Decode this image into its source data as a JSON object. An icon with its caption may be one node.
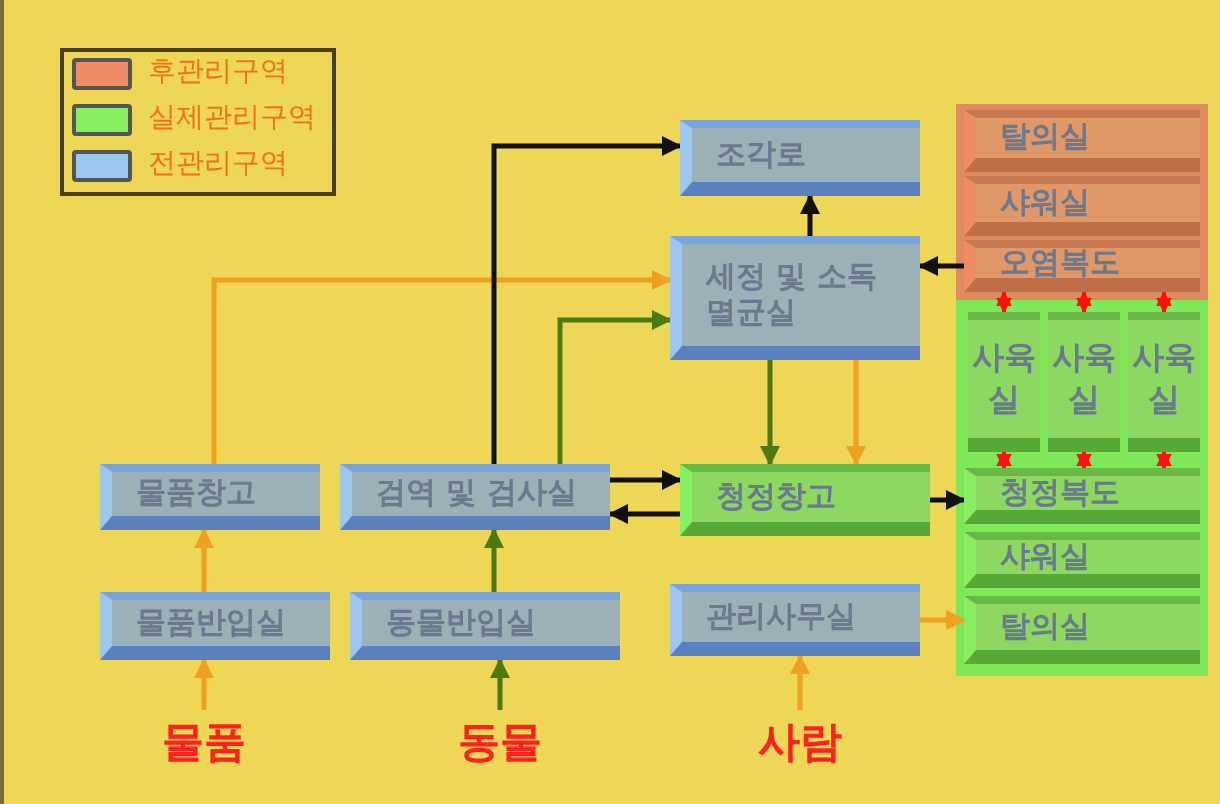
{
  "diagram": {
    "nodes": [
      {
        "text": [
          "조각로"
        ]
      },
      {
        "text": [
          "세정 및 소독 멸균실"
        ]
      },
      {
        "text": [
          "물품창고"
        ]
      },
      {
        "text": [
          "검역 및 검사실"
        ]
      },
      {
        "text": [
          "청정창고"
        ]
      },
      {
        "text": [
          "물품반입실"
        ]
      },
      {
        "text": [
          "동물반입실"
        ]
      },
      {
        "text": [
          "관리사무실"
        ]
      },
      {
        "text": [
          "탈의실"
        ]
      },
      {
        "text": [
          "샤워실"
        ]
      },
      {
        "text": [
          "오염복도"
        ]
      },
      {
        "text": [
          "사육실"
        ]
      },
      {
        "text": [
          "사육실"
        ]
      },
      {
        "text": [
          "사육실"
        ]
      },
      {
        "text": [
          "청정복도"
        ]
      },
      {
        "text": [
          "샤워실"
        ]
      },
      {
        "text": [
          "탈의실"
        ]
      },
      {
        "text": [
          "물품"
        ]
      },
      {
        "text": [
          "동물"
        ]
      },
      {
        "text": [
          "사람"
        ]
      }
    ],
    "edges": [
      {
        "from": 17,
        "to": 5,
        "arrow": "to",
        "color": "#f0a020"
      },
      {
        "from": 5,
        "to": 2,
        "arrow": "to",
        "color": "#f0a020"
      },
      {
        "from": 2,
        "to": 1,
        "arrow": "to",
        "color": "#f0a020"
      },
      {
        "from": 18,
        "to": 6,
        "arrow": "to",
        "color": "#4a7a10"
      },
      {
        "from": 6,
        "to": 3,
        "arrow": "to",
        "color": "#4a7a10"
      },
      {
        "from": 3,
        "to": 1,
        "arrow": "to",
        "color": "#4a7a10"
      },
      {
        "from": 3,
        "to": 0,
        "arrow": "to",
        "color": "#101010"
      },
      {
        "from": 3,
        "to": 4,
        "arrow": "to",
        "color": "#101010"
      },
      {
        "from": 4,
        "to": 3,
        "arrow": "to",
        "color": "#101010"
      },
      {
        "from": 1,
        "to": 4,
        "arrow": "to",
        "color": "#4a7a10"
      },
      {
        "from": 1,
        "to": 4,
        "arrow": "to",
        "color": "#f0a020"
      },
      {
        "from": 1,
        "to": 0,
        "arrow": "to",
        "color": "#101010"
      },
      {
        "from": 10,
        "to": 1,
        "arrow": "to",
        "color": "#101010"
      },
      {
        "from": 4,
        "to": 14,
        "arrow": "to",
        "color": "#101010"
      },
      {
        "from": 19,
        "to": 7,
        "arrow": "to",
        "color": "#f0a020"
      },
      {
        "from": 7,
        "to": 16,
        "arrow": "to",
        "color": "#f0a020"
      },
      {
        "from": 10,
        "to": 11,
        "arrow": "both",
        "color": "#ff1010"
      },
      {
        "from": 10,
        "to": 12,
        "arrow": "both",
        "color": "#ff1010"
      },
      {
        "from": 10,
        "to": 13,
        "arrow": "both",
        "color": "#ff1010"
      },
      {
        "from": 11,
        "to": 14,
        "arrow": "both",
        "color": "#ff1010"
      },
      {
        "from": 12,
        "to": 14,
        "arrow": "both",
        "color": "#ff1010"
      },
      {
        "from": 13,
        "to": 14,
        "arrow": "both",
        "color": "#ff1010"
      }
    ],
    "legend": [
      {
        "text": "후관리구역",
        "color": "#f08c64"
      },
      {
        "text": "실제관리구역",
        "color": "#88f060"
      },
      {
        "text": "전관리구역",
        "color": "#9cc8f0"
      }
    ]
  }
}
